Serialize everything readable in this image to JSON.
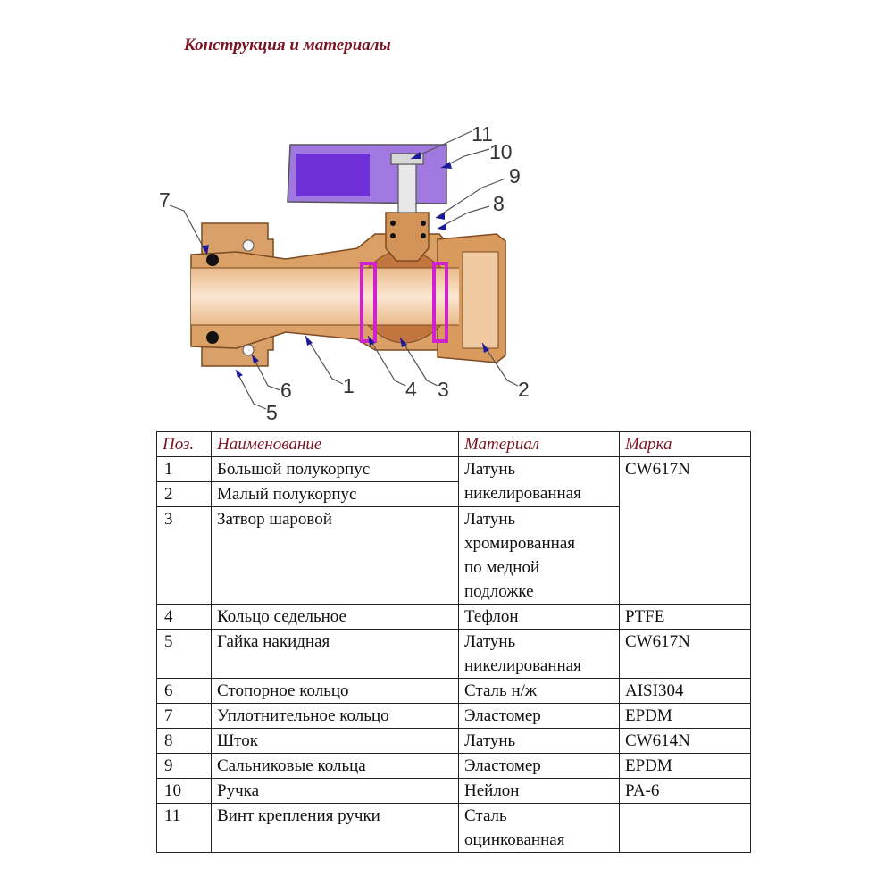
{
  "title": "Конструкция и материалы",
  "callouts": [
    "1",
    "2",
    "3",
    "4",
    "5",
    "6",
    "7",
    "8",
    "9",
    "10",
    "11"
  ],
  "colors": {
    "brass": "#d9a06a",
    "brass_dark": "#b5713a",
    "bore": "#f3d6b6",
    "handle": "#a078e0",
    "handle_inner": "#7030d8",
    "seal_ring": "#d020d0",
    "title": "#7a1422"
  },
  "table": {
    "headers": [
      "Поз.",
      "Наименование",
      "Материал",
      "Марка"
    ],
    "rows": [
      {
        "pos": "1",
        "name": "Большой полукорпус"
      },
      {
        "pos": "2",
        "name": "Малый полукорпус"
      },
      {
        "pos": "3",
        "name": "Затвор шаровой"
      },
      {
        "pos": "4",
        "name": "Кольцо седельное"
      },
      {
        "pos": "5",
        "name": "Гайка накидная"
      },
      {
        "pos": "6",
        "name": "Стопорное кольцо"
      },
      {
        "pos": "7",
        "name": "Уплотнительное кольцо"
      },
      {
        "pos": "8",
        "name": "Шток"
      },
      {
        "pos": "9",
        "name": "Сальниковые кольца"
      },
      {
        "pos": "10",
        "name": "Ручка"
      },
      {
        "pos": "11",
        "name": "Винт крепления ручки"
      }
    ],
    "materials": {
      "m1": [
        "Латунь",
        "никелированная"
      ],
      "m3": [
        "Латунь",
        "хромированная",
        "по медной",
        "подложке"
      ],
      "m4": "Тефлон",
      "m5": [
        "Латунь",
        "никелированная"
      ],
      "m6": "Сталь н/ж",
      "m7": "Эластомер",
      "m8": "Латунь",
      "m9": "Эластомер",
      "m10": "Нейлон",
      "m11": [
        "Сталь",
        "оцинкованная"
      ]
    },
    "grades": {
      "g1": "CW617N",
      "g4": "PTFE",
      "g5": "CW617N",
      "g6": "AISI304",
      "g7": "EPDM",
      "g8": "CW614N",
      "g9": "EPDM",
      "g10": "PA-6",
      "g11": ""
    }
  }
}
